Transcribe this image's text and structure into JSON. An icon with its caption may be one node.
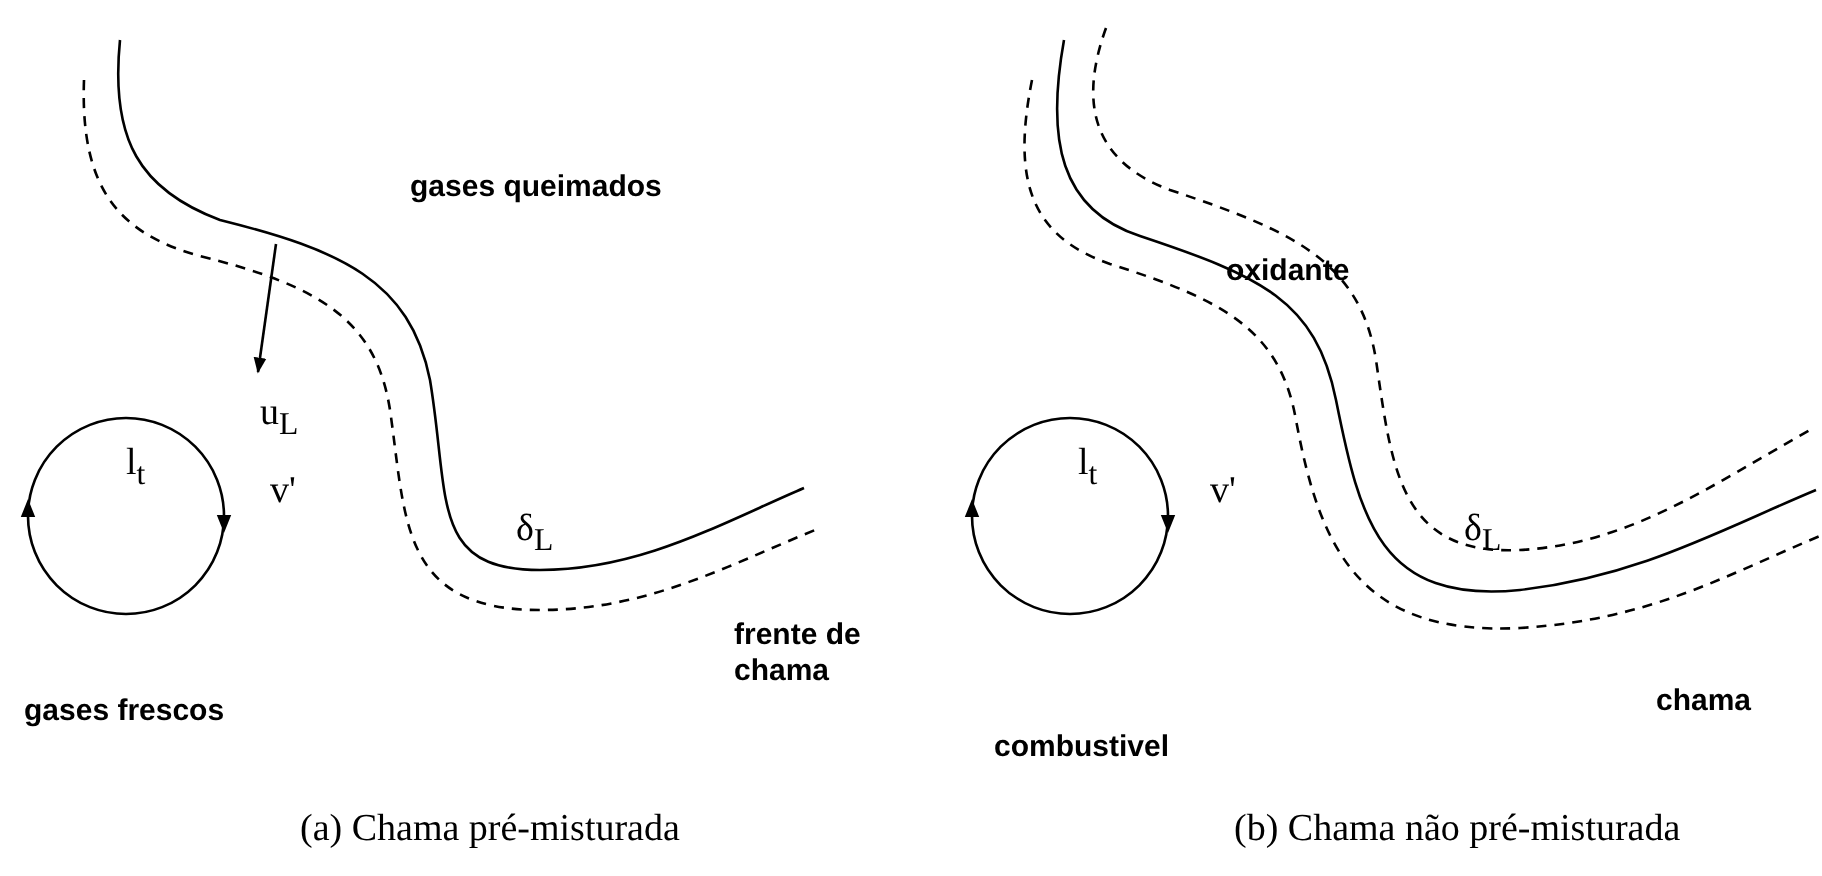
{
  "diagram": {
    "nodes": [
      {
        "text": [
          "l$_{t}$"
        ],
        "beside": [
          "v'"
        ]
      },
      {
        "text": [
          "l$_{t}$"
        ],
        "beside": [
          "v'"
        ]
      }
    ],
    "labels": [
      "gases queimados",
      "u$_{L}$",
      "δ$_{L}$",
      "frente de chama",
      "gases frescos",
      "(a) Chama pré-misturada",
      "oxidante",
      "δ$_{L}$",
      "combustivel",
      "chama",
      "(b) Chama não pré-misturada"
    ]
  }
}
